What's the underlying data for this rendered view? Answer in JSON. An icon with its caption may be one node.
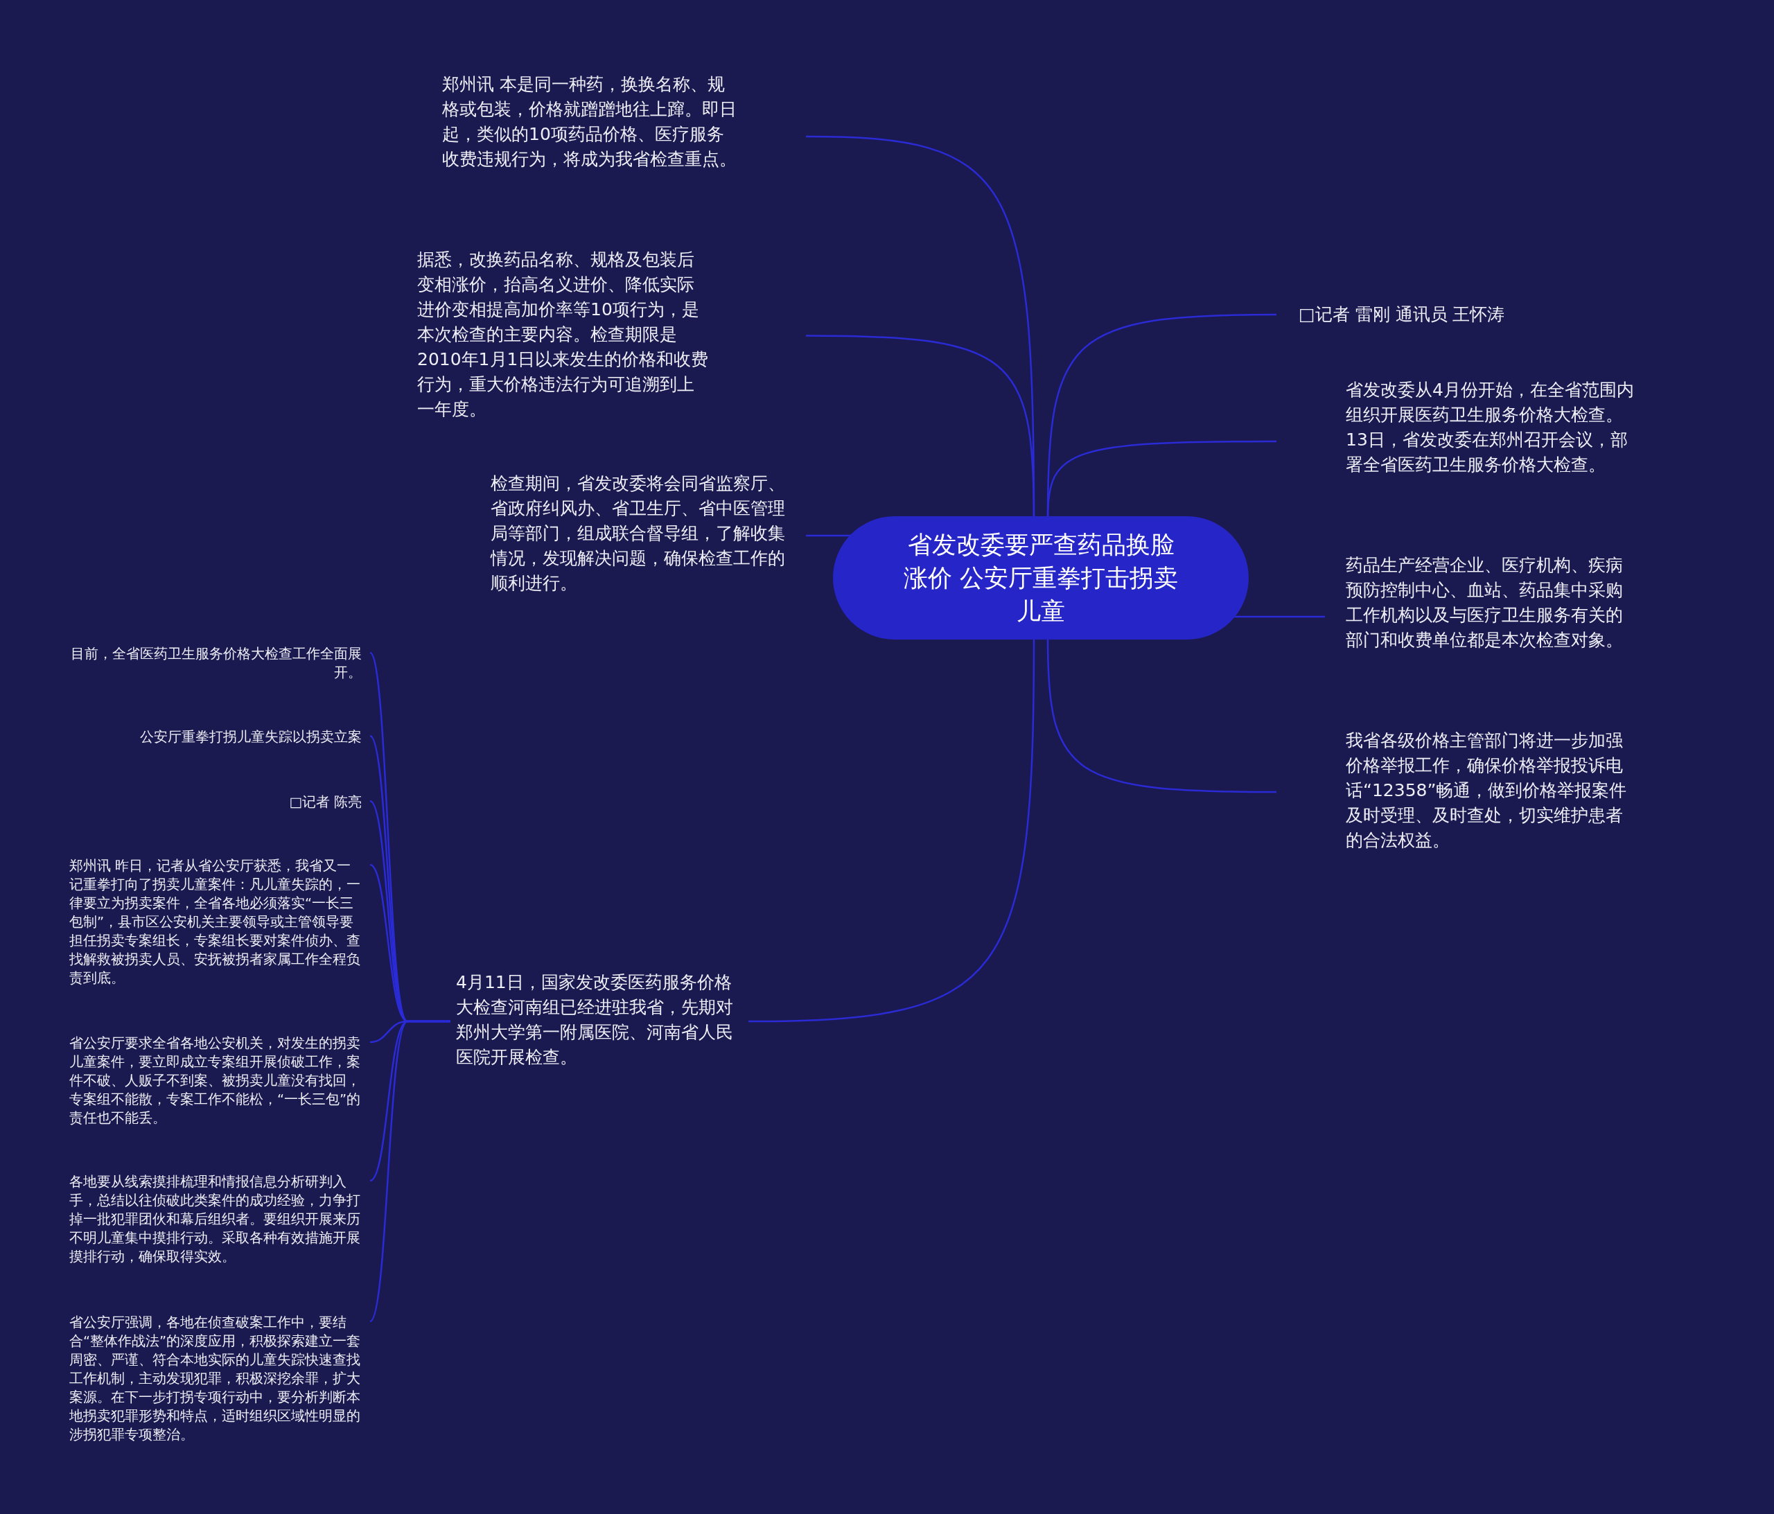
{
  "diagram": {
    "nodes": [
      {
        "text": [
          "省发改委要严查药品换脸涨价 公安厅重拳打击拐卖儿童"
        ]
      },
      {
        "text": [
          "郑州讯 本是同一种药，换换名称、规格或包装，价格就蹭蹭地往上蹿。即日起，类似的10项药品价格、医疗服务收费违规行为，将成为我省检查重点。"
        ]
      },
      {
        "text": [
          "据悉，改换药品名称、规格及包装后变相涨价，抬高名义进价、降低实际进价变相提高加价率等10项行为，是本次检查的主要内容。检查期限是2010年1月1日以来发生的价格和收费行为，重大价格违法行为可追溯到上一年度。"
        ]
      },
      {
        "text": [
          "检查期间，省发改委将会同省监察厅、省政府纠风办、省卫生厅、省中医管理局等部门，组成联合督导组，了解收集情况，发现解决问题，确保检查工作的顺利进行。"
        ]
      },
      {
        "text": [
          "4月11日，国家发改委医药服务价格大检查河南组已经进驻我省，先期对郑州大学第一附属医院、河南省人民医院开展检查。"
        ]
      },
      {
        "text": [
          "目前，全省医药卫生服务价格大检查工作全面展开。"
        ]
      },
      {
        "text": [
          "公安厅重拳打拐儿童失踪以拐卖立案"
        ]
      },
      {
        "text": [
          "□记者 陈亮"
        ]
      },
      {
        "text": [
          "郑州讯 昨日，记者从省公安厅获悉，我省又一记重拳打向了拐卖儿童案件：凡儿童失踪的，一律要立为拐卖案件，全省各地必须落实“一长三包制”，县市区公安机关主要领导或主管领导要担任拐卖专案组长，专案组长要对案件侦办、查找解救被拐卖人员、安抚被拐者家属工作全程负责到底。"
        ]
      },
      {
        "text": [
          "省公安厅要求全省各地公安机关，对发生的拐卖儿童案件，要立即成立专案组开展侦破工作，案件不破、人贩子不到案、被拐卖儿童没有找回，专案组不能散，专案工作不能松，“一长三包”的责任也不能丢。"
        ]
      },
      {
        "text": [
          "各地要从线索摸排梳理和情报信息分析研判入手，总结以往侦破此类案件的成功经验，力争打掉一批犯罪团伙和幕后组织者。要组织开展来历不明儿童集中摸排行动。采取各种有效措施开展摸排行动，确保取得实效。"
        ]
      },
      {
        "text": [
          "省公安厅强调，各地在侦查破案工作中，要结合“整体作战法”的深度应用，积极探索建立一套周密、严谨、符合本地实际的儿童失踪快速查找工作机制，主动发现犯罪，积极深挖余罪，扩大案源。在下一步打拐专项行动中，要分析判断本地拐卖犯罪形势和特点，适时组织区域性明显的涉拐犯罪专项整治。"
        ]
      },
      {
        "text": [
          "□记者 雷刚 通讯员 王怀涛"
        ]
      },
      {
        "text": [
          "省发改委从4月份开始，在全省范围内组织开展医药卫生服务价格大检查。13日，省发改委在郑州召开会议，部署全省医药卫生服务价格大检查。"
        ]
      },
      {
        "text": [
          "药品生产经营企业、医疗机构、疾病预防控制中心、血站、药品集中采购工作机构以及与医疗卫生服务有关的部门和收费单位都是本次检查对象。"
        ]
      },
      {
        "text": [
          "我省各级价格主管部门将进一步加强价格举报工作，确保价格举报投诉电话“12358”畅通，做到价格举报案件及时受理、及时查处，切实维护患者的合法权益。"
        ]
      }
    ],
    "edges": [
      {
        "from": 0,
        "to": 1,
        "arrow": "none"
      },
      {
        "from": 0,
        "to": 2,
        "arrow": "none"
      },
      {
        "from": 0,
        "to": 3,
        "arrow": "none"
      },
      {
        "from": 0,
        "to": 4,
        "arrow": "none"
      },
      {
        "from": 4,
        "to": 5,
        "arrow": "none"
      },
      {
        "from": 4,
        "to": 6,
        "arrow": "none"
      },
      {
        "from": 4,
        "to": 7,
        "arrow": "none"
      },
      {
        "from": 4,
        "to": 8,
        "arrow": "none"
      },
      {
        "from": 4,
        "to": 9,
        "arrow": "none"
      },
      {
        "from": 4,
        "to": 10,
        "arrow": "none"
      },
      {
        "from": 4,
        "to": 11,
        "arrow": "none"
      },
      {
        "from": 0,
        "to": 12,
        "arrow": "none"
      },
      {
        "from": 0,
        "to": 13,
        "arrow": "none"
      },
      {
        "from": 0,
        "to": 14,
        "arrow": "none"
      },
      {
        "from": 0,
        "to": 15,
        "arrow": "none"
      }
    ]
  }
}
